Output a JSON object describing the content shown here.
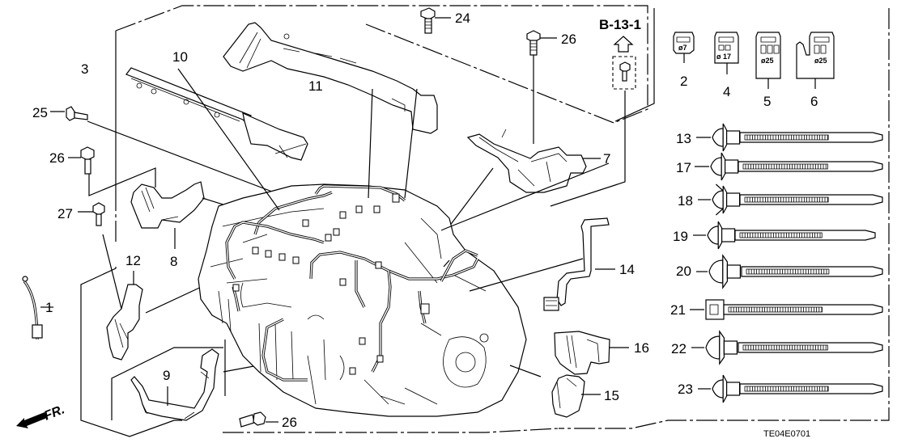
{
  "diagram": {
    "title_code": "TE04E0701",
    "reference": "B-13-1",
    "direction_label": "FR.",
    "callouts": [
      {
        "id": "1",
        "label": "1",
        "part": "sensor-sub-harness"
      },
      {
        "id": "2",
        "label": "2",
        "part": "grommet-connector"
      },
      {
        "id": "3",
        "label": "3",
        "part": "engine-wire-harness-assembly"
      },
      {
        "id": "4",
        "label": "4",
        "part": "grommet-connector"
      },
      {
        "id": "5",
        "label": "5",
        "part": "grommet-connector"
      },
      {
        "id": "6",
        "label": "6",
        "part": "grommet-connector"
      },
      {
        "id": "7",
        "label": "7",
        "part": "harness-holder-box"
      },
      {
        "id": "8",
        "label": "8",
        "part": "harness-cover"
      },
      {
        "id": "9",
        "label": "9",
        "part": "harness-bracket"
      },
      {
        "id": "10",
        "label": "10",
        "part": "harness-cover-rail"
      },
      {
        "id": "11",
        "label": "11",
        "part": "harness-cover-upper"
      },
      {
        "id": "12",
        "label": "12",
        "part": "harness-cover-side"
      },
      {
        "id": "13",
        "label": "13",
        "part": "clip-tie"
      },
      {
        "id": "14",
        "label": "14",
        "part": "harness-bracket"
      },
      {
        "id": "15",
        "label": "15",
        "part": "harness-cover"
      },
      {
        "id": "16",
        "label": "16",
        "part": "harness-cover"
      },
      {
        "id": "17",
        "label": "17",
        "part": "clip-tie"
      },
      {
        "id": "18",
        "label": "18",
        "part": "clip-tie"
      },
      {
        "id": "19",
        "label": "19",
        "part": "clip-tie"
      },
      {
        "id": "20",
        "label": "20",
        "part": "clip-tie"
      },
      {
        "id": "21",
        "label": "21",
        "part": "cable-tie"
      },
      {
        "id": "22",
        "label": "22",
        "part": "clip-tie"
      },
      {
        "id": "23",
        "label": "23",
        "part": "clip-tie"
      },
      {
        "id": "24",
        "label": "24",
        "part": "bolt"
      },
      {
        "id": "25",
        "label": "25",
        "part": "bolt"
      },
      {
        "id": "26",
        "label": "26",
        "part": "bolt"
      },
      {
        "id": "27",
        "label": "27",
        "part": "bolt"
      }
    ],
    "grommet_diameters": {
      "2": "ø7",
      "4": "ø 17",
      "5": "ø25",
      "6": "ø25"
    },
    "bolt_26_label": "26"
  }
}
